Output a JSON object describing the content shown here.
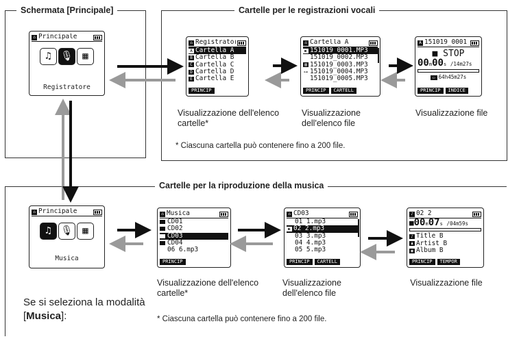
{
  "frames": {
    "home_top": "Schermata [Principale]",
    "voice": "Cartelle per le registrazioni vocali",
    "music": "Cartelle per la riproduzione della musica"
  },
  "home_voice": {
    "title": "Principale",
    "label": "Registratore",
    "icons": [
      "music-note-icon",
      "microphone-icon",
      "calendar-icon"
    ],
    "active_icon": "microphone-icon"
  },
  "home_music": {
    "title": "Principale",
    "label": "Musica",
    "icons": [
      "music-note-icon",
      "microphone-icon",
      "calendar-icon"
    ],
    "active_icon": "music-note-icon"
  },
  "voice_folders": {
    "title": "Registratore",
    "rows": [
      {
        "mark": "A",
        "text": "Cartella A",
        "selected": true
      },
      {
        "mark": "B",
        "text": "Cartella B",
        "selected": false
      },
      {
        "mark": "C",
        "text": "Cartella C",
        "selected": false
      },
      {
        "mark": "D",
        "text": "Cartella D",
        "selected": false
      },
      {
        "mark": "E",
        "text": "Cartella E",
        "selected": false
      }
    ],
    "softkeys": [
      "PRINCIP"
    ]
  },
  "voice_files": {
    "title": "Cartella A",
    "rows": [
      {
        "mark": "▶",
        "text": "151019_0001.MP3",
        "selected": true
      },
      {
        "mark": "",
        "text": "151019_0002.MP3",
        "selected": false
      },
      {
        "mark": "▥",
        "text": "151019_0003.MP3",
        "selected": false
      },
      {
        "mark": "⊶",
        "text": "151019_0004.MP3",
        "selected": false
      },
      {
        "mark": "",
        "text": "151019_0005.MP3",
        "selected": false
      }
    ],
    "softkeys": [
      "PRINCIP",
      "CARTELL"
    ]
  },
  "voice_player": {
    "title": "151019_0001",
    "status": "STOP",
    "time_main_min": "00",
    "time_main_sec": "00",
    "time_total": "/14m27s",
    "remaining": "64h45m27s",
    "softkeys": [
      "PRINCIP",
      "INDICE"
    ]
  },
  "music_folders": {
    "title": "Musica",
    "rows": [
      {
        "text": "CD01",
        "selected": false,
        "folder": true
      },
      {
        "text": "CD02",
        "selected": false,
        "folder": true
      },
      {
        "text": "CD03",
        "selected": true,
        "folder": true
      },
      {
        "text": "CD04",
        "selected": false,
        "folder": true
      },
      {
        "text": "06 6.mp3",
        "selected": false,
        "folder": false
      }
    ],
    "softkeys": [
      "PRINCIP"
    ]
  },
  "music_files": {
    "title": "CD03",
    "rows": [
      {
        "mark": "",
        "text": "01 1.mp3",
        "selected": false
      },
      {
        "mark": "▶",
        "text": "02 2.mp3",
        "selected": true
      },
      {
        "mark": "",
        "text": "03 3.mp3",
        "selected": false
      },
      {
        "mark": "",
        "text": "04 4.mp3",
        "selected": false
      },
      {
        "mark": "",
        "text": "05 5.mp3",
        "selected": false
      }
    ],
    "softkeys": [
      "PRINCIP",
      "CARTELL"
    ]
  },
  "music_player": {
    "title": "02 2",
    "time_main_min": "00",
    "time_main_sec": "07",
    "time_total": "/04m59s",
    "rows": [
      {
        "icon": "♪",
        "text": "Title B"
      },
      {
        "icon": "♟",
        "text": "Artist B"
      },
      {
        "icon": "◉",
        "text": "Album B"
      }
    ],
    "softkeys": [
      "PRINCIP",
      "TEMPOR"
    ]
  },
  "captions": {
    "folder_list": "Visualizzazione dell'elenco cartelle*",
    "file_list": "Visualizzazione dell'elenco file",
    "file": "Visualizzazione file"
  },
  "notes": {
    "voice": "* Ciascuna cartella può contenere fino a 200 file.",
    "music": "* Ciascuna cartella può contenere fino a 200 file.",
    "music_mode_prefix": "Se si seleziona la modalità [",
    "music_mode_bold": "Musica",
    "music_mode_suffix": "]:"
  },
  "colors": {
    "arrow_dark": "#111111",
    "arrow_light": "#9a9a9a"
  }
}
